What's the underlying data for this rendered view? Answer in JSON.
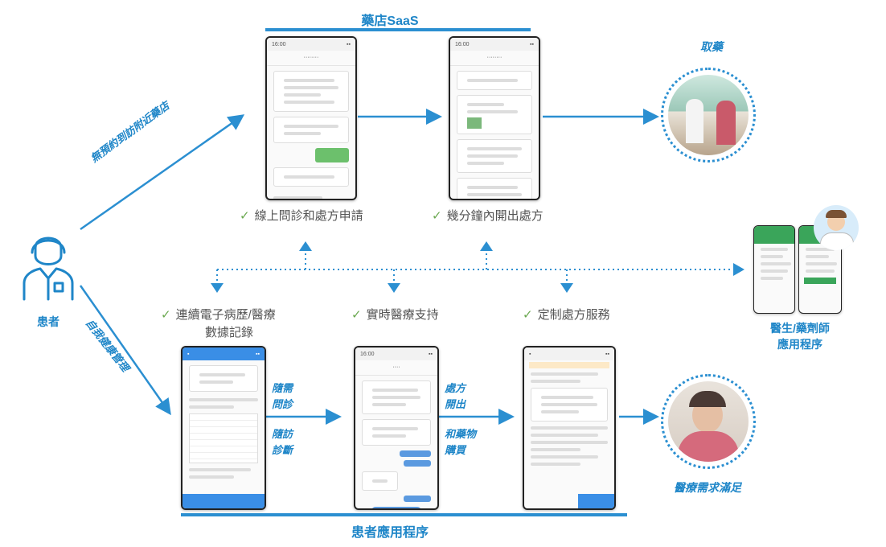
{
  "header": {
    "saas_title": "藥店SaaS",
    "app_title": "患者應用程序"
  },
  "patient": {
    "label": "患者"
  },
  "arrows": {
    "top_label": "無預約到訪附近藥店",
    "bottom_label": "自我健康管理"
  },
  "pharmacy_steps": [
    {
      "label": "線上問診和處方申請"
    },
    {
      "label": "幾分鐘內開出處方"
    }
  ],
  "pickup": {
    "label": "取藥"
  },
  "app_features": [
    {
      "label_line1": "連續電子病歷/醫療",
      "label_line2": "數據記錄"
    },
    {
      "label": "實時醫療支持"
    },
    {
      "label": "定制處方服務"
    }
  ],
  "flow_labels": {
    "a1": "隨需",
    "a2": "問診",
    "a3": "隨訪",
    "a4": "診斷",
    "b1": "處方",
    "b2": "開出",
    "b3": "和藥物",
    "b4": "購買"
  },
  "doctor_app": {
    "line1": "醫生/藥劑師",
    "line2": "應用程序"
  },
  "outcome": {
    "label": "醫療需求滿足"
  },
  "colors": {
    "accent": "#1f86c8",
    "check": "#6aa84f"
  },
  "icons": [
    "patient-icon",
    "doctor-icon",
    "check-icon",
    "arrow-icon"
  ]
}
